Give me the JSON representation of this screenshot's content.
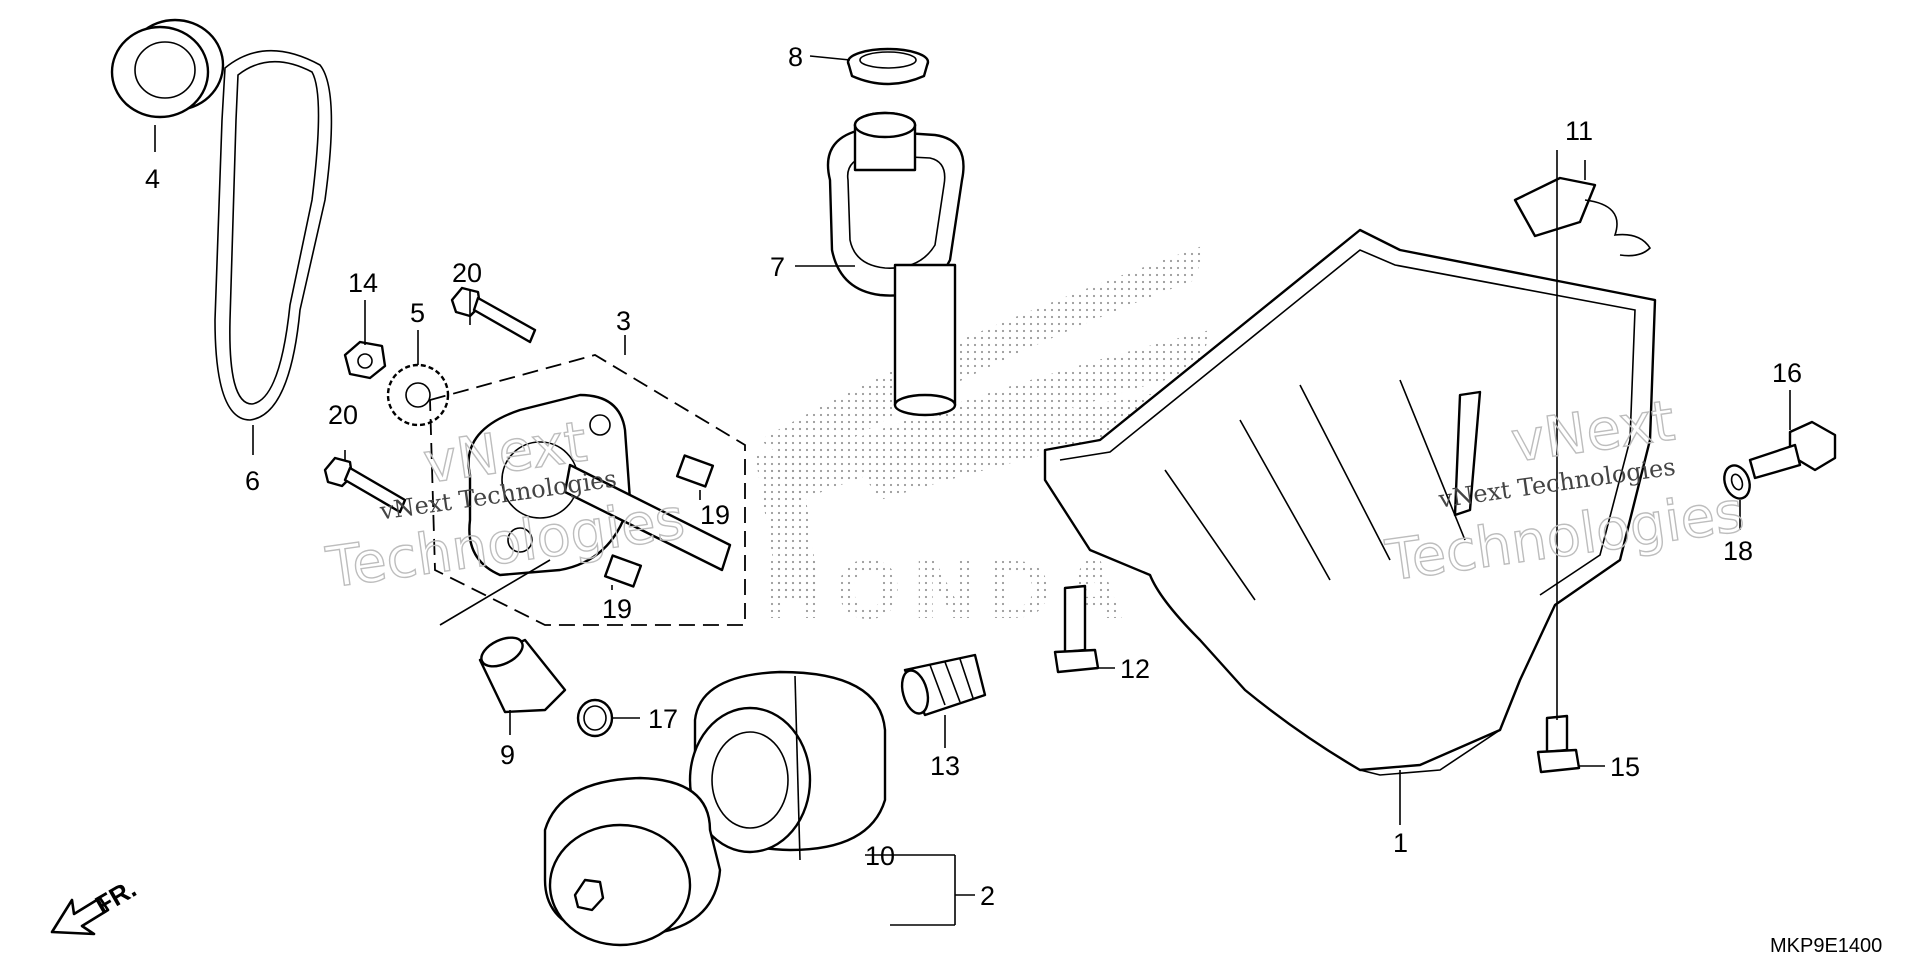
{
  "diagram": {
    "callouts": {
      "c1": "1",
      "c2": "2",
      "c3": "3",
      "c4": "4",
      "c5": "5",
      "c6": "6",
      "c7": "7",
      "c8": "8",
      "c9": "9",
      "c10": "10",
      "c11": "11",
      "c12": "12",
      "c13": "13",
      "c14": "14",
      "c15": "15",
      "c16": "16",
      "c17": "17",
      "c18": "18",
      "c19a": "19",
      "c19b": "19",
      "c20a": "20",
      "c20b": "20"
    },
    "front_indicator": "FR.",
    "brand_mark": "HONDA",
    "watermark": {
      "line1": "vNext",
      "line2": "Technologies",
      "small": "vNext Technologies"
    },
    "diagram_code": "MKP9E1400",
    "colors": {
      "ink": "#000000",
      "watermark": "#bdbdbd",
      "stipple": "#b0b0b0"
    }
  }
}
